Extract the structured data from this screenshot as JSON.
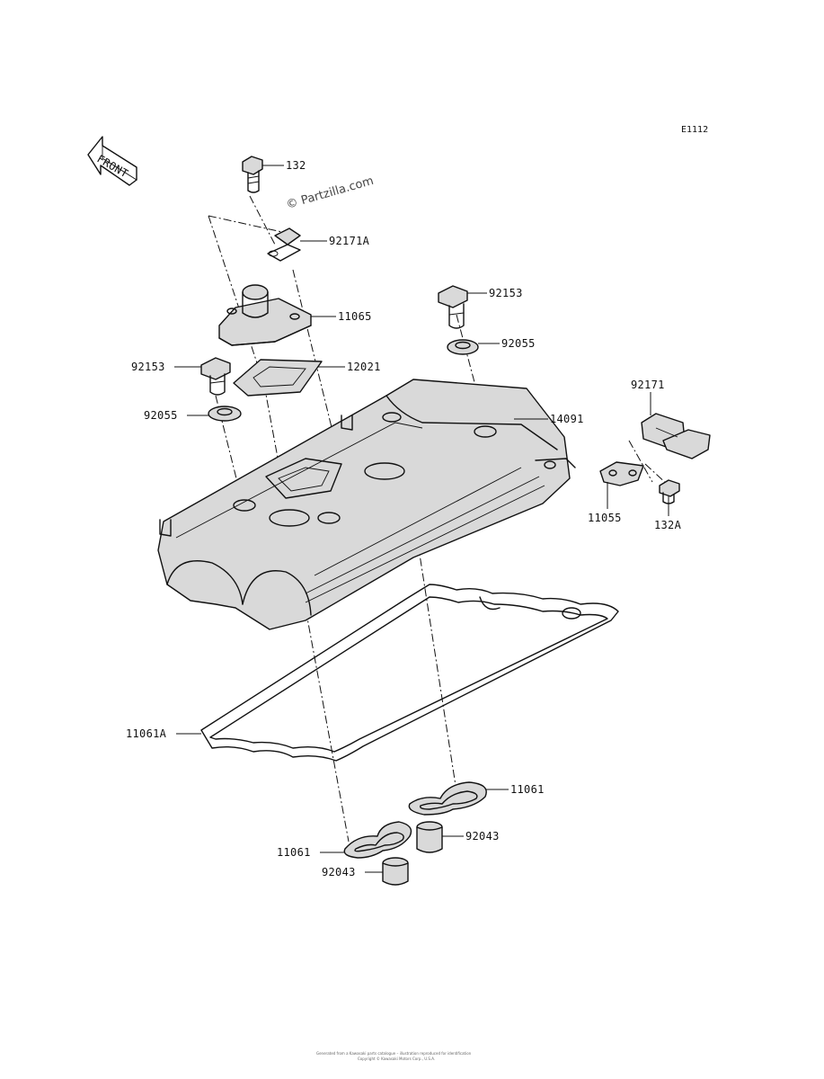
{
  "ref_code": "E1112",
  "watermark": "© Partzilla.com",
  "front_label": "FRONT",
  "footer_line1": "Generated from a Kawasaki parts catalogue – illustration reproduced for identification",
  "footer_line2": "Copyright © Kawasaki Motors Corp., U.S.A.",
  "callouts": [
    {
      "id": "132",
      "text": "132"
    },
    {
      "id": "92171A",
      "text": "92171A"
    },
    {
      "id": "11065",
      "text": "11065"
    },
    {
      "id": "92153_top",
      "text": "92153"
    },
    {
      "id": "92055_top",
      "text": "92055"
    },
    {
      "id": "92153_left",
      "text": "92153"
    },
    {
      "id": "12021",
      "text": "12021"
    },
    {
      "id": "92055_left",
      "text": "92055"
    },
    {
      "id": "14091",
      "text": "14091"
    },
    {
      "id": "92171",
      "text": "92171"
    },
    {
      "id": "11055",
      "text": "11055"
    },
    {
      "id": "132A",
      "text": "132A"
    },
    {
      "id": "11061A",
      "text": "11061A"
    },
    {
      "id": "11061_right",
      "text": "11061"
    },
    {
      "id": "92043_right",
      "text": "92043"
    },
    {
      "id": "11061_left",
      "text": "11061"
    },
    {
      "id": "92043_left",
      "text": "92043"
    }
  ]
}
